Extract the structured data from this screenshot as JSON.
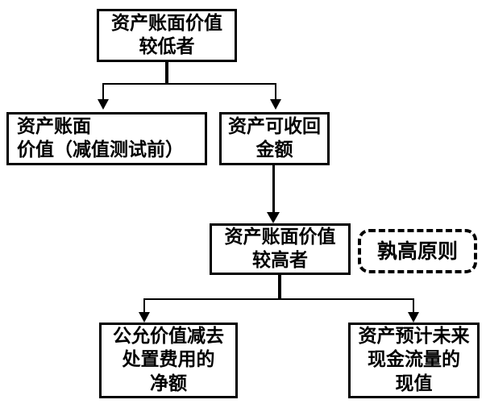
{
  "nodes": {
    "top": {
      "lines": [
        "资产账面价值",
        "较低者"
      ]
    },
    "left": {
      "lines": [
        "资产账面",
        "价值（减值测试前）"
      ]
    },
    "right": {
      "lines": [
        "资产可收回",
        "金额"
      ]
    },
    "middle": {
      "lines": [
        "资产账面价值",
        "较高者"
      ]
    },
    "note": {
      "lines": [
        "孰高原则"
      ]
    },
    "bottom_left": {
      "lines": [
        "公允价值减去",
        "处置费用的",
        "净额"
      ]
    },
    "bottom_right": {
      "lines": [
        "资产预计未来",
        "现金流量的",
        "现值"
      ]
    }
  },
  "colors": {
    "line": "#000000",
    "background": "#ffffff",
    "text": "#000000"
  }
}
